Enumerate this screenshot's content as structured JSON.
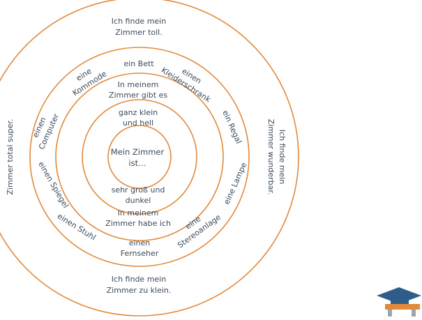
{
  "center": {
    "line1": "Mein Zimmer",
    "line2": "ist…"
  },
  "ring1": {
    "top": {
      "line1": "ganz klein",
      "line2": "und hell"
    },
    "bottom": {
      "line1": "sehr groß und",
      "line2": "dunkel"
    }
  },
  "ring2": {
    "top": {
      "line1": "In meinem",
      "line2": "Zimmer gibt es"
    },
    "bottom": {
      "line1": "In meinem",
      "line2": "Zimmer habe ich"
    }
  },
  "ring3": {
    "bett": "ein Bett",
    "kommode": {
      "line1": "eine",
      "line2": "Kommode"
    },
    "kleiderschrank": {
      "line1": "einen",
      "line2": "Kleiderschrank"
    },
    "regal": "ein Regal",
    "lampe": "eine Lampe",
    "stereoanlage": {
      "line1": "eine",
      "line2": "Stereoanlage"
    },
    "fernseher": {
      "line1": "einen",
      "line2": "Fernseher"
    },
    "stuhl": "einen Stuhl",
    "spiegel": "einen Spiegel",
    "computer": {
      "line1": "einen",
      "line2": "Computer"
    }
  },
  "ring4": {
    "top": {
      "line1": "Ich finde mein",
      "line2": "Zimmer toll."
    },
    "bottom": {
      "line1": "Ich finde mein",
      "line2": "Zimmer zu klein."
    },
    "right": {
      "line1": "Ich finde mein",
      "line2": "Zimmer wunderbar."
    },
    "left": "Zimmer total super."
  },
  "colors": {
    "ring": "#e2893a",
    "text": "#3a4a5c",
    "logo_cap": "#2f5d8a",
    "logo_desk": "#e2893a",
    "logo_legs": "#9aa7b3"
  },
  "icons": [
    "graduation-desk-logo"
  ]
}
